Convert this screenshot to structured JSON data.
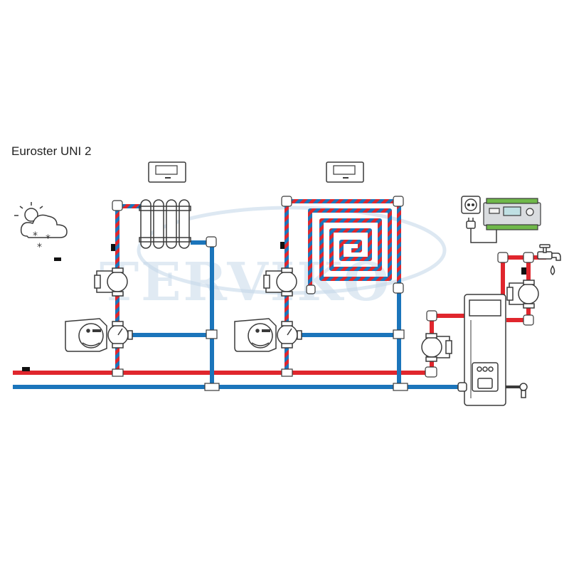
{
  "diagram": {
    "title": "Euroster UNI 2",
    "watermark": "TERVIKO",
    "colors": {
      "supply": "#e0262d",
      "return": "#1b75bb",
      "outline": "#3a3a3a",
      "watermark": "#c7d9ea"
    },
    "components": [
      "weather-sensor",
      "room-thermostat",
      "radiator",
      "underfloor-heating-loop",
      "circulation-pump",
      "three-way-mixing-valve",
      "valve-actuator",
      "temperature-sensor",
      "power-socket",
      "euroster-uni2-controller",
      "boiler",
      "hot-water-tap"
    ]
  }
}
